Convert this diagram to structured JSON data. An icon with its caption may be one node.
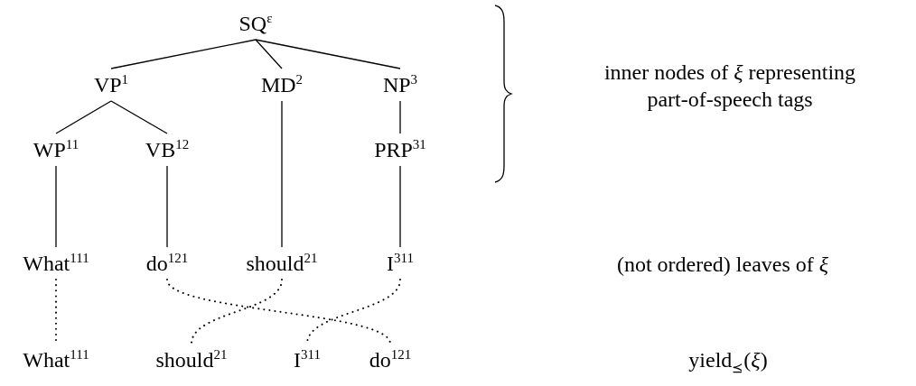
{
  "diagram": {
    "nodes": [
      {
        "text": [
          "SQ$^{ε}$"
        ]
      },
      {
        "text": [
          "VP$^{1}$"
        ]
      },
      {
        "text": [
          "MD$^{2}$"
        ]
      },
      {
        "text": [
          "NP$^{3}$"
        ]
      },
      {
        "text": [
          "WP$^{11}$"
        ]
      },
      {
        "text": [
          "VB$^{12}$"
        ]
      },
      {
        "text": [
          "PRP$^{31}$"
        ]
      },
      {
        "text": [
          "What$^{111}$"
        ]
      },
      {
        "text": [
          "do$^{121}$"
        ]
      },
      {
        "text": [
          "should$^{21}$"
        ]
      },
      {
        "text": [
          "I$^{311}$"
        ]
      },
      {
        "text": [
          "What$^{111}$"
        ]
      },
      {
        "text": [
          "should$^{21}$"
        ]
      },
      {
        "text": [
          "I$^{311}$"
        ]
      },
      {
        "text": [
          "do$^{121}$"
        ]
      }
    ],
    "edges": [
      {
        "from": 0,
        "to": 1,
        "arrow": "none"
      },
      {
        "from": 0,
        "to": 2,
        "arrow": "none"
      },
      {
        "from": 0,
        "to": 3,
        "arrow": "none"
      },
      {
        "from": 1,
        "to": 4,
        "arrow": "none"
      },
      {
        "from": 1,
        "to": 5,
        "arrow": "none"
      },
      {
        "from": 2,
        "to": 9,
        "arrow": "none"
      },
      {
        "from": 3,
        "to": 6,
        "arrow": "none"
      },
      {
        "from": 4,
        "to": 7,
        "arrow": "none"
      },
      {
        "from": 5,
        "to": 8,
        "arrow": "none"
      },
      {
        "from": 6,
        "to": 10,
        "arrow": "none"
      },
      {
        "from": 7,
        "to": 11,
        "arrow": "none",
        "style": "dashed"
      },
      {
        "from": 8,
        "to": 14,
        "arrow": "none",
        "style": "dashed"
      },
      {
        "from": 9,
        "to": 12,
        "arrow": "none",
        "style": "dashed"
      },
      {
        "from": 10,
        "to": 13,
        "arrow": "none",
        "style": "dashed"
      }
    ],
    "labels": [
      "inner nodes of *ξ* representing part-of-speech tags",
      "(not ordered) leaves of *ξ*",
      "yield$_{⪯}$(*ξ*)"
    ]
  }
}
